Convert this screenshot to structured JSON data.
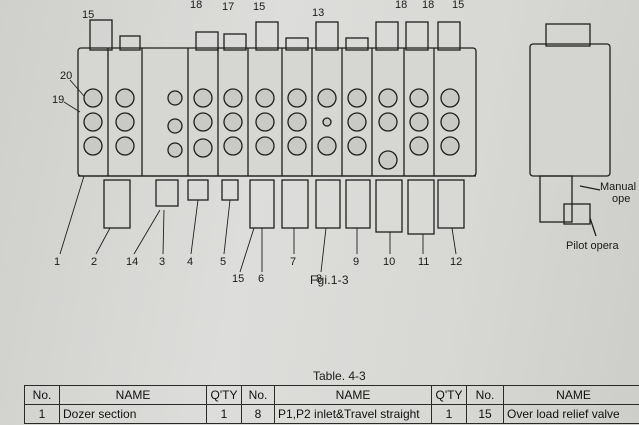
{
  "figure": {
    "caption": "Fgi.1-3",
    "top_callouts": [
      "15",
      "18",
      "17",
      "15",
      "13",
      "18",
      "18",
      "15"
    ],
    "left_callouts": [
      "20",
      "19"
    ],
    "bottom_callouts": [
      "1",
      "2",
      "14",
      "3",
      "4",
      "5",
      "15",
      "6",
      "7",
      "8",
      "9",
      "10",
      "11",
      "12"
    ],
    "side_view_labels": [
      "Manual",
      "ope",
      "Pilot opera"
    ]
  },
  "table": {
    "title": "Table. 4-3",
    "headers": [
      "No.",
      "NAME",
      "Q'TY",
      "No.",
      "NAME",
      "Q'TY",
      "No.",
      "NAME"
    ],
    "rows": [
      [
        "1",
        "Dozer section",
        "1",
        "8",
        "P1,P2 inlet&Travel straight",
        "1",
        "15",
        "Over load relief valve"
      ]
    ]
  }
}
